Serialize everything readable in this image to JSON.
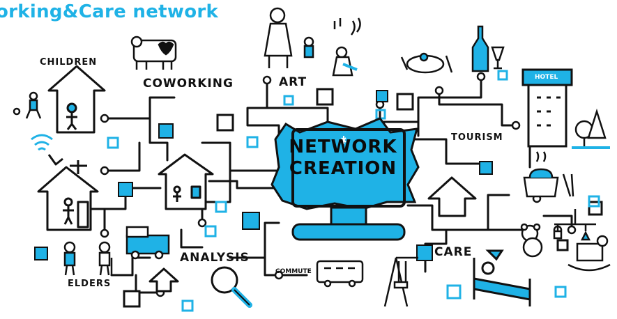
{
  "title": "orking&Care network",
  "center": {
    "line1": "NETWORK",
    "line2": "CREATION"
  },
  "labels": {
    "children": "CHILDREN",
    "coworking": "COWORKING",
    "art": "ART",
    "tourism": "TOURISM",
    "analysis": "ANALYSIS",
    "commute": "COMMUTE",
    "care": "CARE",
    "elders": "ELDERS",
    "hotel": "HOTEL"
  },
  "colors": {
    "accent": "#1fb2e6",
    "ink": "#111111"
  }
}
